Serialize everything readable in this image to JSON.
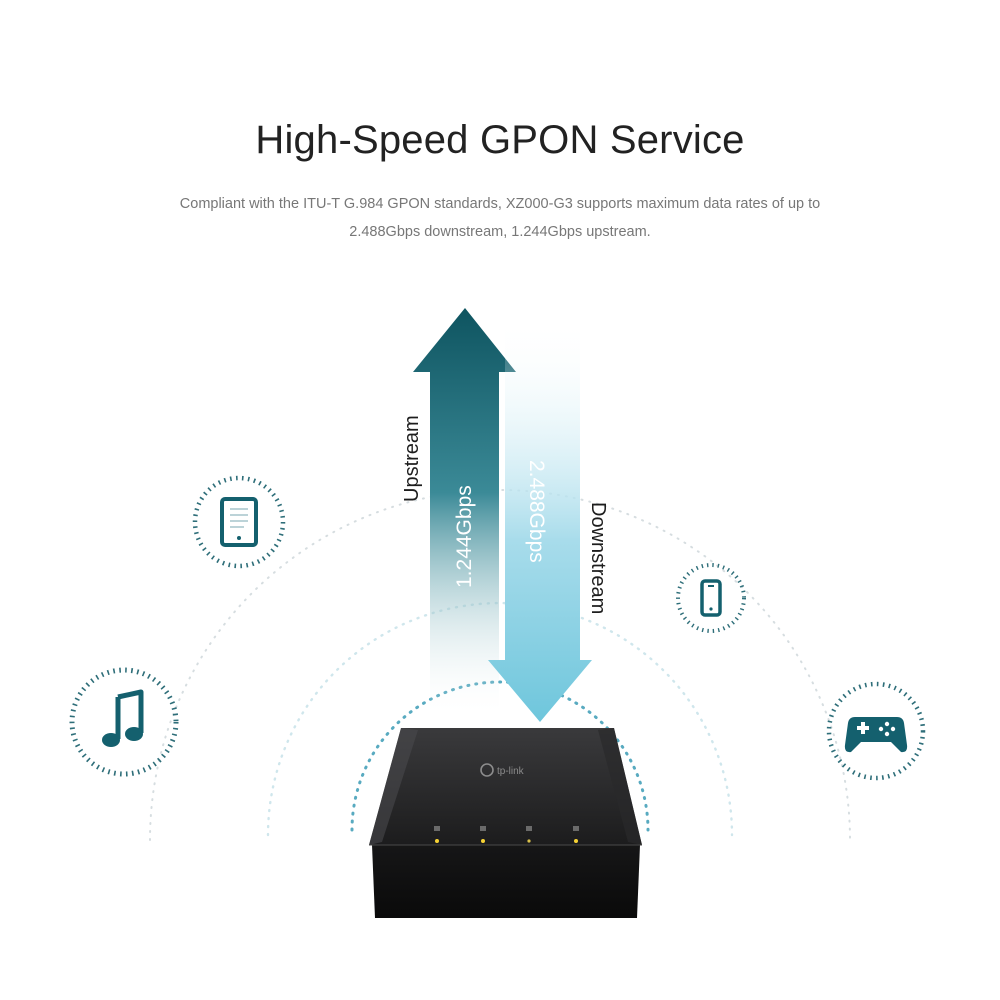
{
  "headline": "High-Speed GPON Service",
  "description": "Compliant with the ITU-T G.984 GPON standards, XZ000-G3 supports maximum data rates of up to 2.488Gbps downstream, 1.244Gbps upstream.",
  "upstream": {
    "label": "Upstream",
    "rate": "1.244Gbps"
  },
  "downstream": {
    "label": "Downstream",
    "rate": "2.488Gbps"
  },
  "device": {
    "brand": "tp-link",
    "leds": 4
  },
  "icons": [
    "music-note-icon",
    "tablet-icon",
    "smartphone-icon",
    "gamepad-icon"
  ],
  "colors": {
    "accent_dark": "#0e5460",
    "accent_light": "#7fcde0",
    "teal_icon": "#14606e"
  }
}
